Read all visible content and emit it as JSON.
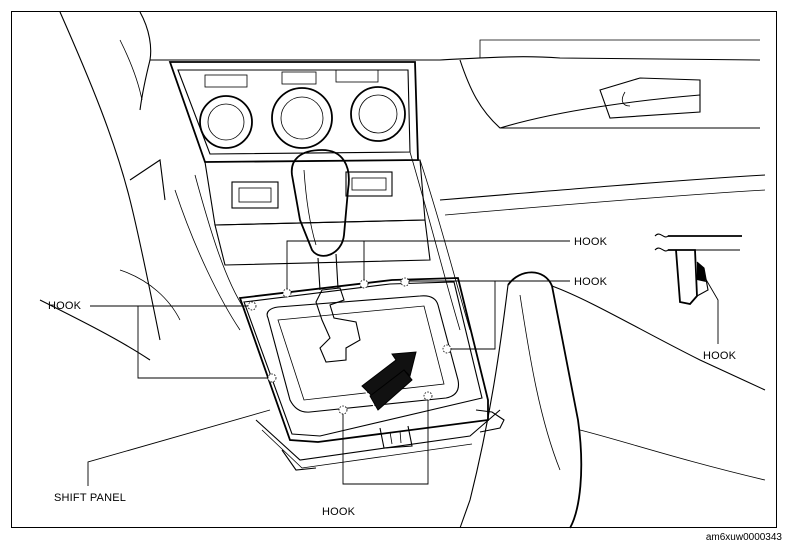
{
  "labels": {
    "hook_upper_center": "HOOK",
    "hook_upper_right": "HOOK",
    "hook_left": "HOOK",
    "hook_bottom": "HOOK",
    "hook_detail": "HOOK",
    "shift_panel": "SHIFT PANEL"
  },
  "figure_id": "am6xuw0000343",
  "colors": {
    "line": "#000000",
    "background": "#ffffff",
    "arrow": "#111111"
  }
}
